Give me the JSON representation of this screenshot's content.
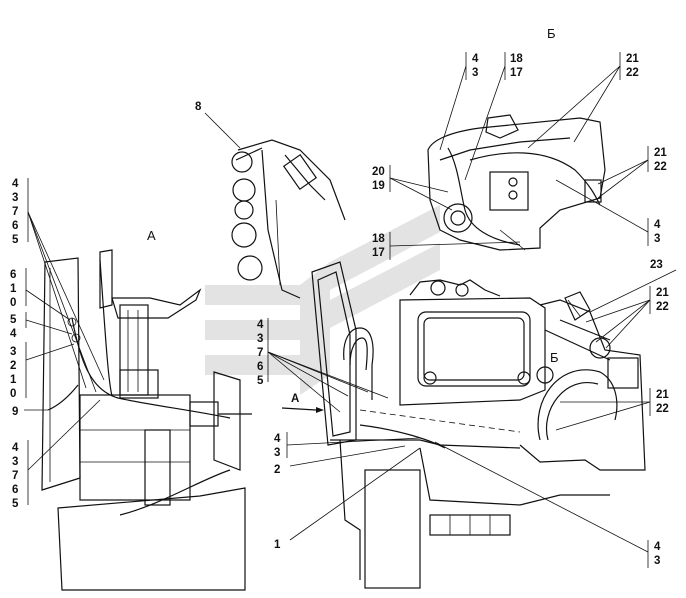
{
  "view_labels": {
    "a": "А",
    "b_top": "Б",
    "b_mid": "Б"
  },
  "arrow_label": "А",
  "callouts": {
    "left_top": [
      "4",
      "3",
      "7",
      "6",
      "5"
    ],
    "left_mid_a": [
      "6",
      "1",
      "0"
    ],
    "left_mid_b": [
      "5",
      "4"
    ],
    "left_mid_c": [
      "3",
      "2",
      "1",
      "0"
    ],
    "left_9": "9",
    "left_bottom": [
      "4",
      "3",
      "7",
      "6",
      "5"
    ],
    "item_8": "8",
    "center_stack": [
      "4",
      "3",
      "7",
      "6",
      "5"
    ],
    "center_43": [
      "4",
      "3"
    ],
    "center_2": "2",
    "center_1": "1",
    "top_43": [
      "4",
      "3"
    ],
    "top_1817": [
      "18",
      "17"
    ],
    "top_2122": [
      "21",
      "22"
    ],
    "b_2019": [
      "20",
      "19"
    ],
    "b_2122": [
      "21",
      "22"
    ],
    "b_1817": [
      "18",
      "17"
    ],
    "b_43": [
      "4",
      "3"
    ],
    "r_23": "23",
    "r_2122_a": [
      "21",
      "22"
    ],
    "r_2122_b": [
      "21",
      "22"
    ],
    "bottom_43": [
      "4",
      "3"
    ]
  },
  "colors": {
    "ink": "#111111",
    "watermark": "#d0d0d0",
    "background": "#ffffff"
  }
}
